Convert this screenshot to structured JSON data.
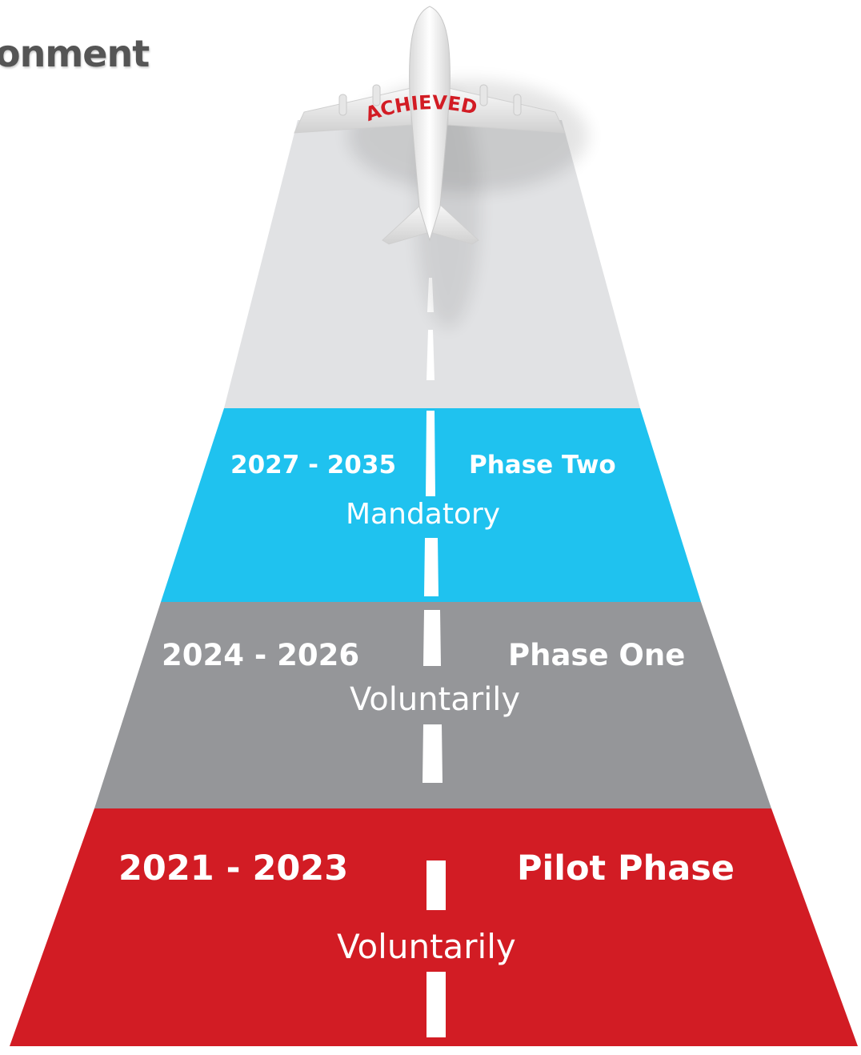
{
  "page": {
    "title": "onment"
  },
  "colors": {
    "runway_grey": "#e1e2e4",
    "phase_two": "#1fc2ef",
    "phase_one": "#959699",
    "pilot": "#d21c24",
    "achieved_text": "#d21c24",
    "text_light": "#ffffff"
  },
  "plane": {
    "icon": "airplane-icon",
    "label": "ACHIEVED"
  },
  "phases": {
    "two": {
      "years": "2027 - 2035",
      "name": "Phase Two",
      "mode": "Mandatory"
    },
    "one": {
      "years": "2024 - 2026",
      "name": "Phase One",
      "mode": "Voluntarily"
    },
    "pilot": {
      "years": "2021 - 2023",
      "name": "Pilot Phase",
      "mode": "Voluntarily"
    }
  }
}
